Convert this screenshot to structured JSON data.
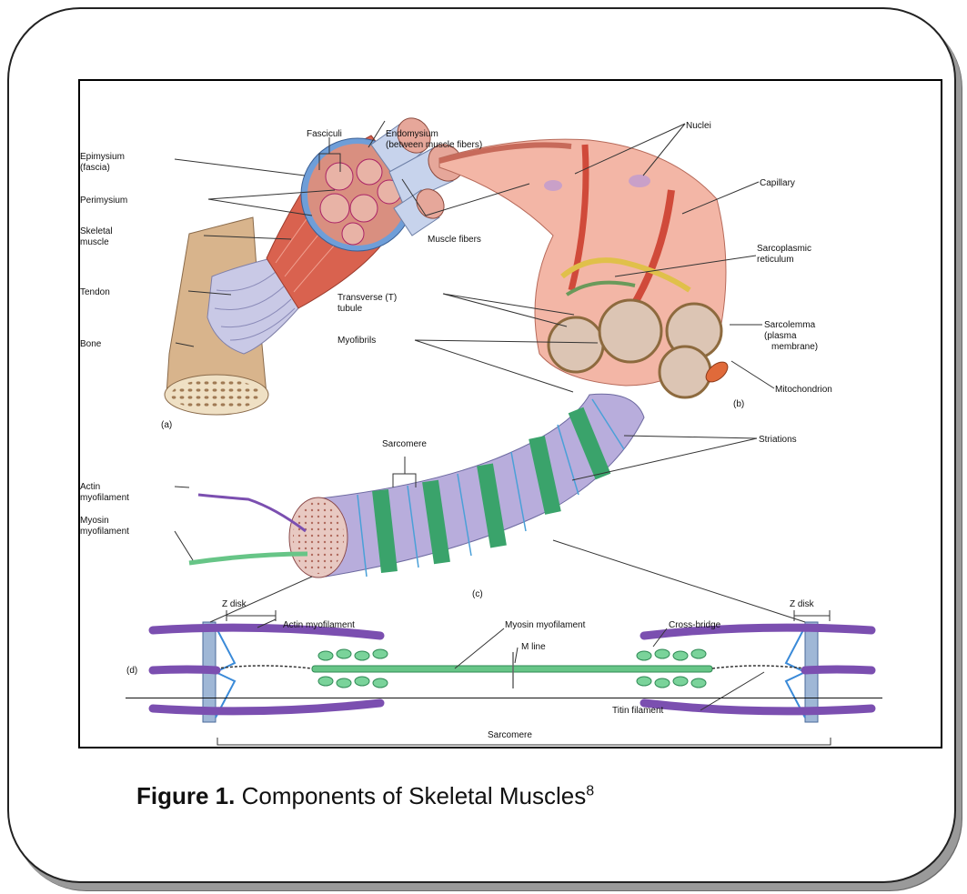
{
  "labels": {
    "fasciculi": "Fasciculi",
    "endomysium_1": "Endomysium",
    "endomysium_2": "(between muscle fibers)",
    "nuclei": "Nuclei",
    "epimysium_1": "Epimysium",
    "epimysium_2": "(fascia)",
    "perimysium": "Perimysium",
    "skeletal_muscle_1": "Skeletal",
    "skeletal_muscle_2": "muscle",
    "tendon": "Tendon",
    "bone": "Bone",
    "muscle_fibers": "Muscle fibers",
    "capillary": "Capillary",
    "sarcoplasmic_1": "Sarcoplasmic",
    "sarcoplasmic_2": "reticulum",
    "t_tubule_1": "Transverse (T)",
    "t_tubule_2": "tubule",
    "myofibrils": "Myofibrils",
    "sarcolemma_1": "Sarcolemma",
    "sarcolemma_2": "(plasma",
    "sarcolemma_3": "membrane)",
    "mitochondrion": "Mitochondrion",
    "panel_a": "(a)",
    "panel_b": "(b)",
    "panel_c": "(c)",
    "panel_d": "(d)",
    "sarcomere_top": "Sarcomere",
    "striations": "Striations",
    "actin_1": "Actin",
    "actin_2": "myofilament",
    "myosin_1": "Myosin",
    "myosin_2": "myofilament",
    "z_disk_left": "Z disk",
    "z_disk_right": "Z disk",
    "actin_myofilament": "Actin myofilament",
    "myosin_myofilament": "Myosin myofilament",
    "cross_bridge": "Cross-bridge",
    "m_line": "M line",
    "titin_filament": "Titin filament",
    "sarcomere_bottom": "Sarcomere"
  },
  "caption": {
    "label": "Figure 1.",
    "text": " Components of Skeletal Muscles",
    "superscript": "8"
  },
  "colors": {
    "muscle": "#d9624f",
    "bone": "#d8b48c",
    "epimysium": "#6f9ed8",
    "fiber": "#f3b6a6",
    "myofibril": "#dcc5b4",
    "band_purple": "#b8addc",
    "band_green": "#3aa36b",
    "actin": "#7b4fb0",
    "myosin": "#67c587",
    "zdisk": "#9fb7d6"
  }
}
